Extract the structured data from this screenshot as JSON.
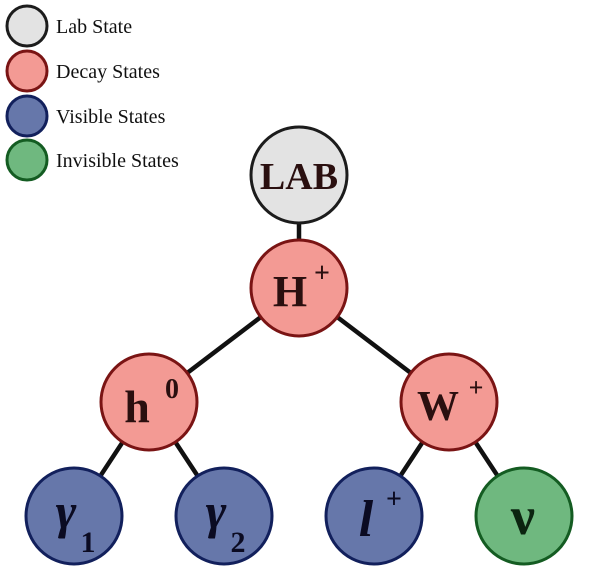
{
  "legend": [
    {
      "key": "lab",
      "label": "Lab State",
      "fill": "#e3e3e3",
      "stroke": "#1c1c1c"
    },
    {
      "key": "decay",
      "label": "Decay States",
      "fill": "#f39a94",
      "stroke": "#7a1414"
    },
    {
      "key": "visible",
      "label": "Visible States",
      "fill": "#6677aa",
      "stroke": "#12205c"
    },
    {
      "key": "invisible",
      "label": "Invisible States",
      "fill": "#6fb87f",
      "stroke": "#145c22"
    }
  ],
  "nodes": {
    "lab": {
      "type": "lab",
      "main": "LAB",
      "sup": "",
      "sub": ""
    },
    "Hplus": {
      "type": "decay",
      "main": "H",
      "sup": "+",
      "sub": ""
    },
    "h0": {
      "type": "decay",
      "main": "h",
      "sup": "0",
      "sub": ""
    },
    "Wplus": {
      "type": "decay",
      "main": "W",
      "sup": "+",
      "sub": ""
    },
    "gamma1": {
      "type": "visible",
      "main": "γ",
      "sup": "",
      "sub": "1"
    },
    "gamma2": {
      "type": "visible",
      "main": "γ",
      "sup": "",
      "sub": "2"
    },
    "lplus": {
      "type": "visible",
      "main": "l",
      "sup": "+",
      "sub": ""
    },
    "nu": {
      "type": "invisible",
      "main": "ν",
      "sup": "",
      "sub": ""
    }
  },
  "edges": [
    [
      "lab",
      "Hplus"
    ],
    [
      "Hplus",
      "h0"
    ],
    [
      "Hplus",
      "Wplus"
    ],
    [
      "h0",
      "gamma1"
    ],
    [
      "h0",
      "gamma2"
    ],
    [
      "Wplus",
      "lplus"
    ],
    [
      "Wplus",
      "nu"
    ]
  ]
}
